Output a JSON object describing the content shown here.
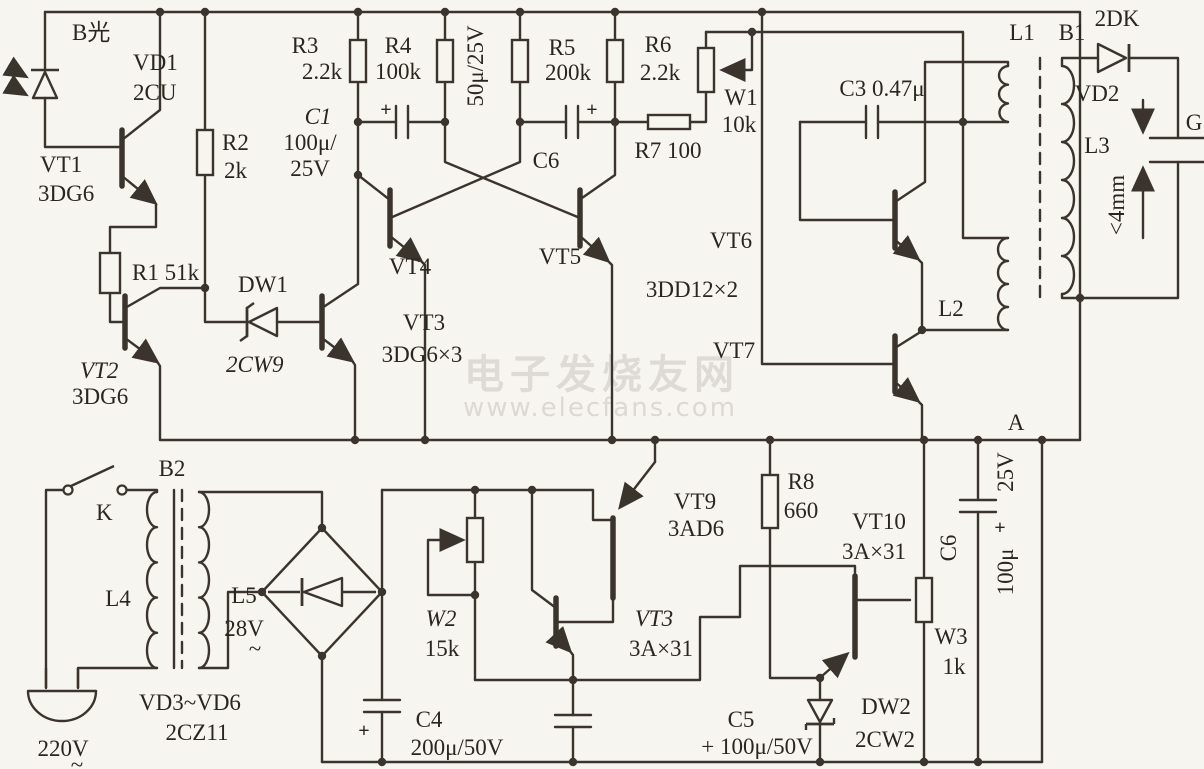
{
  "watermark": {
    "brand": "电子发烧友网",
    "url": "www.elecfans.com"
  },
  "photo_input": {
    "b_light": "B光",
    "vd1": "VD1",
    "vd1_type": "2CU",
    "vt1": "VT1",
    "vt1_type": "3DG6",
    "r1": "R1  51k",
    "r2": "R2",
    "r2_val": "2k",
    "vt2": "VT2",
    "vt2_type": "3DG6",
    "dw1": "DW1",
    "dw1_type": "2CW9"
  },
  "multivibrator": {
    "r3": "R3",
    "r3_val": "2.2k",
    "c1": "C1",
    "c1_val1": "100μ/",
    "c1_val2": "25V",
    "c1_plus": "+",
    "r4": "R4",
    "r4_val": "100k",
    "c2_rot": "50μ/25V",
    "r5": "R5",
    "r5_val": "200k",
    "c6": "C6",
    "c6_plus": "+",
    "r6": "R6",
    "r6_val": "2.2k",
    "r7": "R7 100",
    "w1": "W1",
    "w1_val": "10k",
    "vt3": "VT3",
    "vt3_type": "3DG6×3",
    "vt4": "VT4",
    "vt5": "VT5"
  },
  "driver": {
    "vt6": "VT6",
    "pair_type": "3DD12×2",
    "vt7": "VT7",
    "c3": "C3  0.47μ",
    "node_a": "A"
  },
  "hv": {
    "l1": "L1",
    "b1": "B1",
    "l2": "L2",
    "l3": "L3",
    "vd2": "VD2",
    "vd2_type": "2DK",
    "gap": "G",
    "gap_dim": "<4mm"
  },
  "power": {
    "mains": "220V",
    "mains_tilde": "~",
    "switch": "K",
    "transformer": "B2",
    "primary": "L4",
    "secondary": "L5",
    "sec_voltage": "28V",
    "sec_tilde": "~",
    "rectifier": "VD3~VD6",
    "rectifier_type": "2CZ11",
    "c4": "C4",
    "c4_val": "200μ/50V",
    "c4_plus": "+",
    "c5": "C5",
    "c5_val": "+ 100μ/50V"
  },
  "regulator": {
    "w2": "W2",
    "w2_val": "15k",
    "vt9": "VT9",
    "vt9_type": "3AD6",
    "vt8": "VT3",
    "vt8_type": "3A×31",
    "r8": "R8",
    "r8_val": "660",
    "vt10": "VT10",
    "vt10_type": "3A×31",
    "w3": "W3",
    "w3_val": "1k",
    "dw2": "DW2",
    "dw2_type": "2CW2",
    "c6b": "C6",
    "c6b_val": "100μ",
    "c6b_volt": "25V",
    "c6b_plus": "+"
  }
}
